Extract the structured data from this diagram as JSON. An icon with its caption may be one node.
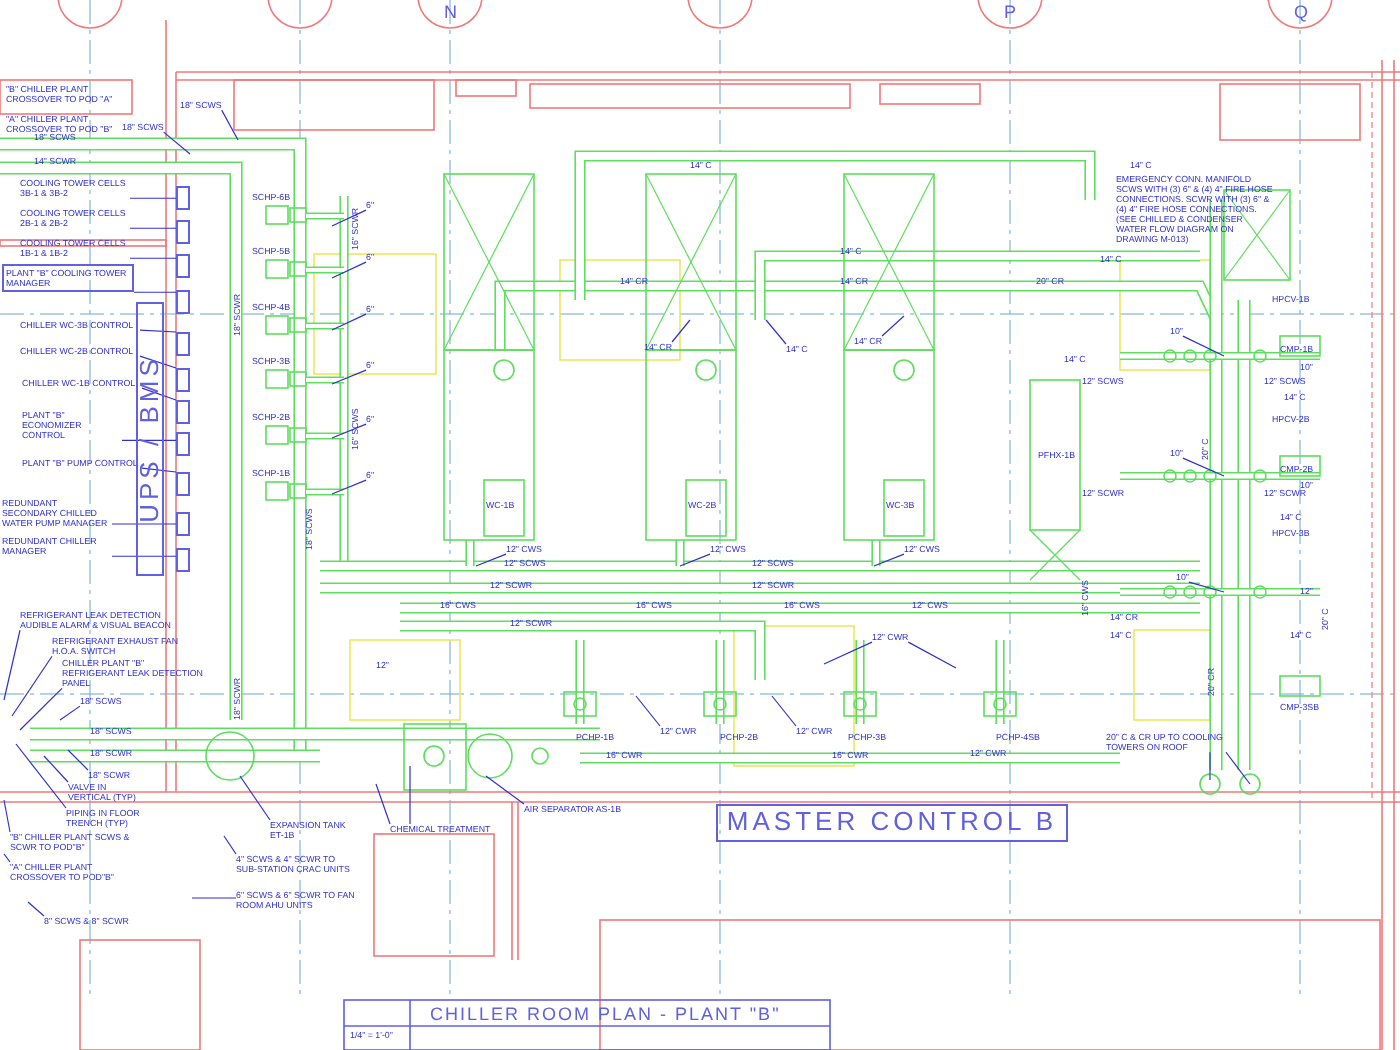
{
  "diagram": {
    "title": "CHILLER ROOM PLAN - PLANT \"B\"",
    "nodes": [
      {
        "text": [
          "18\" SCWS"
        ]
      },
      {
        "text": [
          "18\" SCWS"
        ]
      },
      {
        "text": [
          "COOLING TOWER CELLS 3B-1 & 3B-2"
        ]
      },
      {
        "text": [
          "COOLING TOWER CELLS 2B-1 & 2B-2"
        ]
      },
      {
        "text": [
          "COOLING TOWER CELLS 1B-1 & 1B-2"
        ]
      },
      {
        "text": [
          "PLANT \"B\" COOLING TOWER MANAGER"
        ]
      },
      {
        "text": [
          "CHILLER WC-3B CONTROL"
        ]
      },
      {
        "text": [
          "CHILLER WC-2B CONTROL"
        ]
      },
      {
        "text": [
          "CHILLER WC-1B CONTROL"
        ]
      },
      {
        "text": [
          "PLANT \"B\" ECONOMIZER CONTROL"
        ]
      },
      {
        "text": [
          "PLANT \"B\" PUMP CONTROL"
        ]
      },
      {
        "text": [
          "REDUNDANT SECONDARY CHILLED WATER PUMP MANAGER"
        ]
      },
      {
        "text": [
          "REDUNDANT CHILLER MANAGER"
        ]
      },
      {
        "text": [
          "UPS / BMS"
        ]
      },
      {
        "text": [
          "REFRIGERANT LEAK DETECTION AUDIBLE ALARM & VISUAL BEACON"
        ]
      },
      {
        "text": [
          "REFRIGERANT EXHAUST FAN H.O.A. SWITCH"
        ]
      },
      {
        "text": [
          "CHILLER PLANT \"B\" REFRIGERANT LEAK DETECTION PANEL"
        ]
      },
      {
        "text": [
          "18\" SCWS"
        ]
      },
      {
        "text": [
          "18\" SCWR"
        ]
      },
      {
        "text": [
          "VALVE IN VERTICAL (TYP)"
        ]
      },
      {
        "text": [
          "PIPING IN FLOOR TRENCH (TYP)"
        ]
      },
      {
        "text": [
          "\"B\" CHILLER PLANT SCWS & SCWR TO POD\"B\""
        ]
      },
      {
        "text": [
          "\"A\" CHILLER PLANT CROSSOVER TO POD\"B\""
        ]
      },
      {
        "text": [
          "8\" SCWS & 8\" SCWR"
        ]
      },
      {
        "text": [
          "EXPANSION TANK ET-1B"
        ]
      },
      {
        "text": [
          "4\" SCWS & 4\" SCWR TO SUB-STATION CRAC UNITS"
        ]
      },
      {
        "text": [
          "6\" SCWS & 6\" SCWR TO FAN ROOM AHU UNITS"
        ]
      },
      {
        "text": [
          "CHEMICAL TREATMENT"
        ]
      },
      {
        "text": [
          "AIR SEPARATOR AS-1B"
        ]
      },
      {
        "text": [
          "MASTER CONTROL B"
        ]
      },
      {
        "text": [
          "6\""
        ]
      },
      {
        "text": [
          "6\""
        ]
      },
      {
        "text": [
          "6\""
        ]
      },
      {
        "text": [
          "6\""
        ]
      },
      {
        "text": [
          "6\""
        ]
      },
      {
        "text": [
          "6\""
        ]
      },
      {
        "text": [
          "12\" CWS"
        ]
      },
      {
        "text": [
          "12\" CWS"
        ]
      },
      {
        "text": [
          "12\" CWS"
        ]
      },
      {
        "text": [
          "14\" CR"
        ]
      },
      {
        "text": [
          "14\" C"
        ]
      },
      {
        "text": [
          "14\" CR"
        ]
      },
      {
        "text": [
          "12\" CWR"
        ]
      },
      {
        "text": [
          "12\" CWR"
        ]
      },
      {
        "text": [
          "12\" CWR"
        ]
      },
      {
        "text": [
          "20\" C & CR UP TO COOLING TOWERS ON ROOF"
        ]
      },
      {
        "text": [
          "10\""
        ]
      },
      {
        "text": [
          "10\""
        ]
      },
      {
        "text": [
          "10\""
        ]
      },
      {
        "text": [],
        "shape": "box"
      },
      {
        "text": [],
        "shape": "box"
      },
      {
        "text": [],
        "shape": "box"
      },
      {
        "text": [],
        "shape": "box"
      },
      {
        "text": [],
        "shape": "box"
      },
      {
        "text": [],
        "shape": "box"
      },
      {
        "text": [],
        "shape": "box"
      },
      {
        "text": [],
        "shape": "box"
      },
      {
        "text": [],
        "shape": "box"
      },
      {
        "text": [],
        "shape": "box"
      },
      {
        "text": [],
        "shape": "box"
      }
    ],
    "edges": [
      {
        "from": 0,
        "to": null,
        "arrow": "none"
      },
      {
        "from": 1,
        "to": null,
        "arrow": "none"
      },
      {
        "from": 2,
        "to": 49,
        "arrow": "none"
      },
      {
        "from": 3,
        "to": 50,
        "arrow": "none"
      },
      {
        "from": 4,
        "to": 51,
        "arrow": "none"
      },
      {
        "from": 5,
        "to": 52,
        "arrow": "none"
      },
      {
        "from": 6,
        "to": 53,
        "arrow": "none"
      },
      {
        "from": 7,
        "to": 54,
        "arrow": "none"
      },
      {
        "from": 8,
        "to": 55,
        "arrow": "none"
      },
      {
        "from": 9,
        "to": 56,
        "arrow": "none"
      },
      {
        "from": 10,
        "to": 57,
        "arrow": "none"
      },
      {
        "from": 11,
        "to": 58,
        "arrow": "none"
      },
      {
        "from": 12,
        "to": 59,
        "arrow": "none"
      },
      {
        "from": 14,
        "to": null,
        "arrow": "none"
      },
      {
        "from": 15,
        "to": null,
        "arrow": "none"
      },
      {
        "from": 16,
        "to": null,
        "arrow": "none"
      },
      {
        "from": 17,
        "to": null,
        "arrow": "none"
      },
      {
        "from": 18,
        "to": null,
        "arrow": "none"
      },
      {
        "from": 19,
        "to": null,
        "arrow": "none"
      },
      {
        "from": 20,
        "to": null,
        "arrow": "none"
      },
      {
        "from": 21,
        "to": null,
        "arrow": "none"
      },
      {
        "from": 22,
        "to": null,
        "arrow": "none"
      },
      {
        "from": 23,
        "to": null,
        "arrow": "none"
      },
      {
        "from": 24,
        "to": null,
        "arrow": "none"
      },
      {
        "from": 25,
        "to": null,
        "arrow": "none"
      },
      {
        "from": 26,
        "to": null,
        "arrow": "none"
      },
      {
        "from": 27,
        "to": null,
        "arrow": "none"
      },
      {
        "from": 27,
        "to": null,
        "arrow": "none"
      },
      {
        "from": 28,
        "to": null,
        "arrow": "none"
      },
      {
        "from": 30,
        "to": null,
        "arrow": "none"
      },
      {
        "from": 31,
        "to": null,
        "arrow": "none"
      },
      {
        "from": 32,
        "to": null,
        "arrow": "none"
      },
      {
        "from": 33,
        "to": null,
        "arrow": "none"
      },
      {
        "from": 34,
        "to": null,
        "arrow": "none"
      },
      {
        "from": 35,
        "to": null,
        "arrow": "none"
      },
      {
        "from": 36,
        "to": null,
        "arrow": "none"
      },
      {
        "from": 37,
        "to": null,
        "arrow": "none"
      },
      {
        "from": 38,
        "to": null,
        "arrow": "none"
      },
      {
        "from": 39,
        "to": null,
        "arrow": "none"
      },
      {
        "from": 40,
        "to": null,
        "arrow": "none"
      },
      {
        "from": 41,
        "to": null,
        "arrow": "none"
      },
      {
        "from": 42,
        "to": null,
        "arrow": "none"
      },
      {
        "from": 43,
        "to": null,
        "arrow": "none"
      },
      {
        "from": 44,
        "to": null,
        "arrow": "none"
      },
      {
        "from": 44,
        "to": null,
        "arrow": "none"
      },
      {
        "from": 45,
        "to": null,
        "arrow": "none"
      },
      {
        "from": 45,
        "to": null,
        "arrow": "none"
      },
      {
        "from": 46,
        "to": null,
        "arrow": "none"
      },
      {
        "from": 47,
        "to": null,
        "arrow": "none"
      },
      {
        "from": 48,
        "to": null,
        "arrow": "none"
      }
    ],
    "labels": [
      "N",
      "P",
      "Q",
      "\"B\" CHILLER PLANT CROSSOVER TO POD \"A\"",
      "\"A\" CHILLER PLANT CROSSOVER TO POD \"B\"",
      "18\" SCWS",
      "14\" SCWR",
      "SCHP-6B",
      "SCHP-5B",
      "SCHP-4B",
      "SCHP-3B",
      "SCHP-2B",
      "SCHP-1B",
      "16\" SCWR",
      "16\" SCWS",
      "18\" SCWR",
      "18\" SCWS",
      "14\" C",
      "14\" CR",
      "14\" CR",
      "14\" C",
      "WC-1B",
      "WC-2B",
      "WC-3B",
      "14\" C",
      "EMERGENCY CONN. MANIFOLD SCWS WITH (3) 6\" & (4) 4\" FIRE HOSE CONNECTIONS. SCWR WITH (3) 6\" & (4) 4\" FIRE HOSE CONNECTIONS. (SEE CHILLED & CONDENSER WATER FLOW DIAGRAM ON DRAWING M-013)",
      "14\" C",
      "20\" CR",
      "14\" C",
      "12\" SCWS",
      "HPCV-1B",
      "CMP-1B",
      "10\"",
      "12\" SCWS",
      "14\" C",
      "20\" C",
      "HPCV-2B",
      "CMP-2B",
      "10\"",
      "12\" SCWR",
      "12\" SCWR",
      "14\" C",
      "HPCV-3B",
      "PFHX-1B",
      "12\"",
      "20\" C",
      "14\" CR",
      "14\" C",
      "14\" C",
      "20\" CR",
      "CMP-3SB",
      "PCHP-4SB",
      "12\" CWR",
      "16\" CWS",
      "12\" SCWS",
      "12\" SCWS",
      "12\" SCWR",
      "12\" SCWR",
      "16\" CWS",
      "16\" CWS",
      "16\" CWS",
      "12\" CWS",
      "12\" SCWR",
      "12\"",
      "PCHP-1B",
      "PCHP-2B",
      "PCHP-3B",
      "16\" CWR",
      "16\" CWR",
      "18\" SCWS",
      "18\" SCWR",
      "18\" SCWR",
      "1/4\" = 1'-0\""
    ]
  }
}
